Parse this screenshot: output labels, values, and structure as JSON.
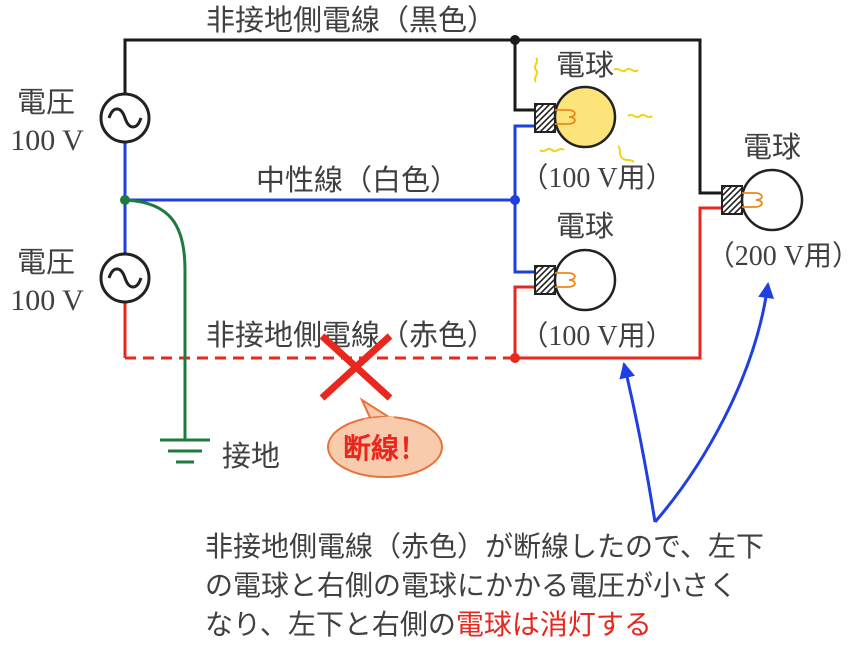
{
  "labels": {
    "black_wire": "非接地側電線（黒色）",
    "neutral_wire": "中性線（白色）",
    "red_wire": "非接地側電線（赤色）",
    "ground": "接地"
  },
  "sources": [
    {
      "label": "電圧",
      "voltage": "100 V"
    },
    {
      "label": "電圧",
      "voltage": "100 V"
    }
  ],
  "bulbs": [
    {
      "label": "電球",
      "rating": "（100 V用）",
      "lit": true
    },
    {
      "label": "電球",
      "rating": "（100 V用）",
      "lit": false
    },
    {
      "label": "電球",
      "rating": "（200 V用）",
      "lit": false
    }
  ],
  "callout": "断線！",
  "note": {
    "line1": "非接地側電線（赤色）が断線したので、左下",
    "line2": "の電球と右側の電球にかかる電圧が小さく",
    "line3_normal": "なり、左下と右側の",
    "line3_highlight": "電球は消灯する"
  },
  "colors": {
    "black_wire": "#1a1a1a",
    "neutral_wire": "#1f3fe0",
    "red_wire": "#e8271f",
    "ground_wire": "#1f7a40",
    "lit_bulb": "#fde47a",
    "callout_fill": "#f8cbad",
    "callout_stroke": "#e8723b"
  }
}
